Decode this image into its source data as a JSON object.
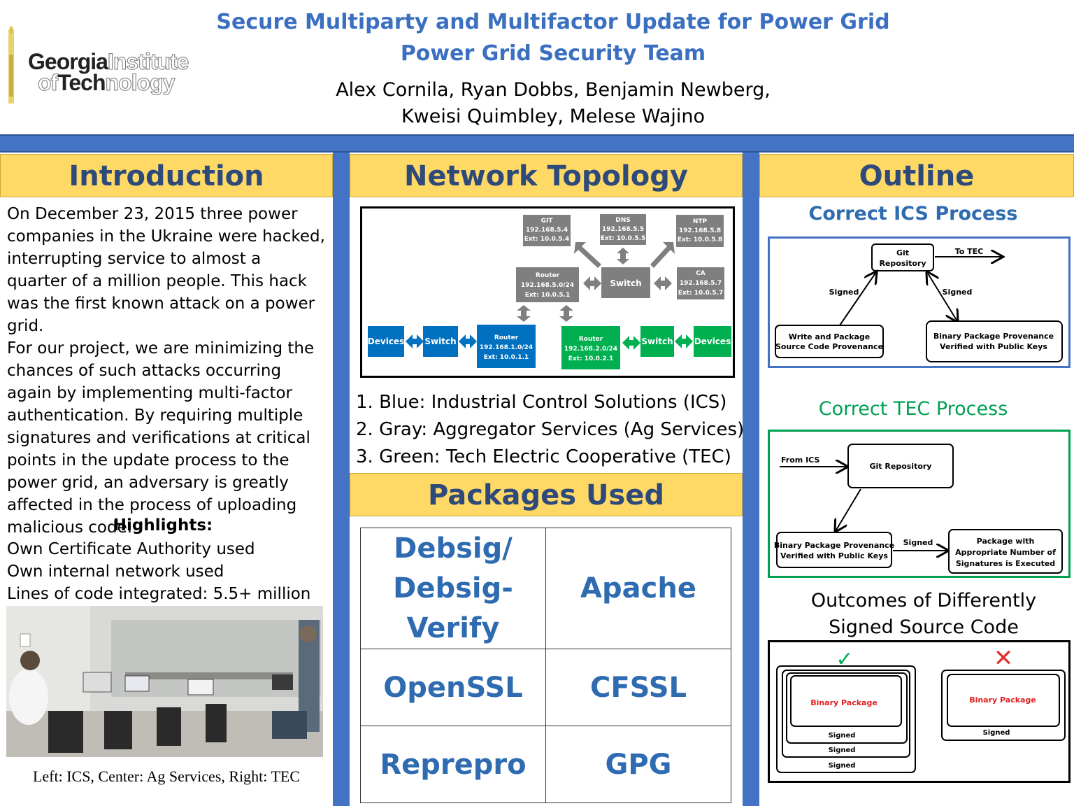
{
  "header": {
    "title": "Secure Multiparty and Multifactor Update for Power Grid",
    "subtitle": "Power Grid Security Team",
    "authors_line1": "Alex Cornila, Ryan Dobbs, Benjamin Newberg,",
    "authors_line2": "Kweisi Quimbley, Melese Wajino",
    "logo_word1": "Georgia",
    "logo_word2": "Institute",
    "logo_word3": "of",
    "logo_word4": "Tech",
    "logo_word5": "nology"
  },
  "introduction": {
    "heading": "Introduction",
    "para1": "On December 23, 2015 three power companies in the Ukraine were hacked, interrupting service to almost a quarter of a million people. This hack was the first known attack on a power grid.",
    "para2": "For our project, we are minimizing the chances of such attacks occurring again by implementing multi-factor authentication. By requiring multiple signatures and verifications at critical points in the update process to the power grid, an adversary is greatly affected in the process of uploading malicious code.",
    "highlights_title": "Highlights:",
    "highlights": [
      "Own Certificate Authority used",
      "Own internal network used",
      "Lines of code integrated:  5.5+ million"
    ],
    "caption": "Left: ICS, Center: Ag Services, Right: TEC"
  },
  "topology": {
    "heading": "Network Topology",
    "nodes": {
      "git": [
        "GIT",
        "192.168.5.4",
        "Ext: 10.0.5.4"
      ],
      "dns": [
        "DNS",
        "192.168.5.5",
        "Ext: 10.0.5.5"
      ],
      "ntp": [
        "NTP",
        "192.168.5.8",
        "Ext: 10.0.5.8"
      ],
      "router_gray": [
        "Router",
        "192.168.5.0/24",
        "Ext: 10.0.5.1"
      ],
      "switch_gray": "Switch",
      "ca": [
        "CA",
        "192.168.5.7",
        "Ext: 10.0.5.7"
      ],
      "devices_blue": "Devices",
      "switch_blue": "Switch",
      "router_blue": [
        "Router",
        "192.168.1.0/24",
        "Ext: 10.0.1.1"
      ],
      "router_green": [
        "Router",
        "192.168.2.0/24",
        "Ext: 10.0.2.1"
      ],
      "switch_green": "Switch",
      "devices_green": "Devices"
    },
    "legend": [
      "1. Blue: Industrial Control Solutions (ICS)",
      "2. Gray: Aggregator Services (Ag Services)",
      "3. Green: Tech Electric Cooperative (TEC)"
    ],
    "colors": {
      "blue": "#0070c0",
      "gray": "#7f7f7f",
      "green": "#00b050"
    }
  },
  "packages": {
    "heading": "Packages Used",
    "cells": [
      [
        "Debsig/",
        "Debsig-",
        "Verify"
      ],
      "Apache",
      "OpenSSL",
      "CFSSL",
      "Reprepro",
      "GPG"
    ]
  },
  "outline": {
    "heading": "Outline",
    "ics_title": "Correct ICS Process",
    "ics": {
      "git": [
        "Git",
        "Repository"
      ],
      "to_tec": "To TEC",
      "signed_left": "Signed",
      "signed_right": "Signed",
      "write": [
        "Write and Package",
        "Source Code Provenance"
      ],
      "binary": [
        "Binary Package Provenance",
        "Verified with Public Keys"
      ]
    },
    "tec_title": "Correct TEC Process",
    "tec": {
      "from_ics": "From ICS",
      "git": "Git Repository",
      "binary": [
        "Binary Package Provenance",
        "Verified with Public Keys"
      ],
      "signed": "Signed",
      "package": [
        "Package with",
        "Appropriate Number of",
        "Signatures is Executed"
      ]
    },
    "outcomes_line1": "Outcomes of Differently",
    "outcomes_line2": "Signed Source Code",
    "outcome_left": {
      "mark": "✓",
      "label": "Binary Package",
      "signed": [
        "Signed",
        "Signed",
        "Signed"
      ]
    },
    "outcome_right": {
      "mark": "✕",
      "label": "Binary Package",
      "signed": [
        "Signed"
      ]
    }
  }
}
